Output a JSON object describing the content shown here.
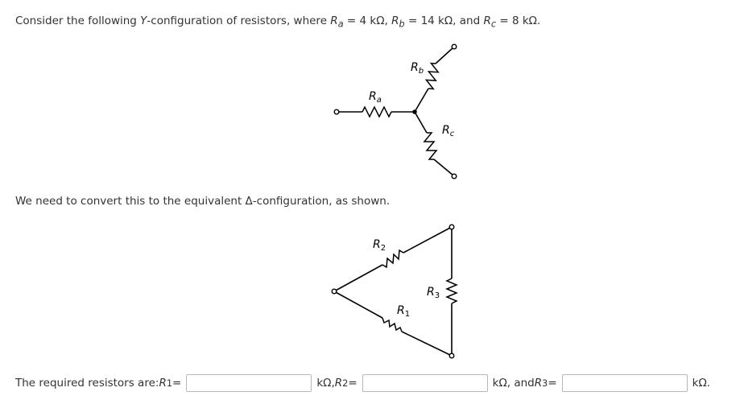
{
  "problem": {
    "intro": "Consider the following ",
    "y_symbol": "Y",
    "config_text": "-configuration of resistors, where ",
    "r": "R",
    "a": "a",
    "b": "b",
    "c": "c",
    "eq": " = ",
    "ra_value": "4 kΩ",
    "rb_value": "14 kΩ",
    "rc_value": "8 kΩ",
    "sep1": ", ",
    "sep2": ", and ",
    "end": "."
  },
  "convert_text": "We need to convert this to the equivalent Δ-configuration, as shown.",
  "y_diagram": {
    "label_r": "R",
    "sub_a": "a",
    "sub_b": "b",
    "sub_c": "c"
  },
  "delta_diagram": {
    "label_r": "R",
    "sub_1": "1",
    "sub_2": "2",
    "sub_3": "3"
  },
  "answer": {
    "prefix": "The required resistors are: ",
    "r": "R",
    "sub_1": "1",
    "sub_2": "2",
    "sub_3": "3",
    "eq": " = ",
    "unit_sep1": "kΩ, ",
    "unit_sep2": "kΩ, and ",
    "unit_end": "kΩ.",
    "r1_value": "",
    "r2_value": "",
    "r3_value": ""
  }
}
